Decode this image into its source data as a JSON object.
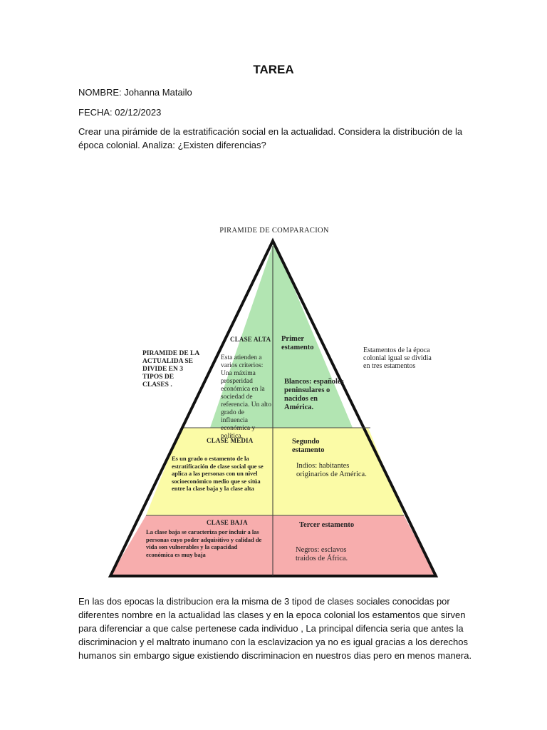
{
  "doc": {
    "title": "TAREA",
    "name_line": "NOMBRE: Johanna Matailo",
    "date_line": "FECHA: 02/12/2023",
    "instructions": "Crear una pirámide de la estratificación social en la actualidad. Considera la distribución de la época colonial. Analiza: ¿Existen diferencias?",
    "conclusion": "En las dos epocas la distribucion era la misma de 3 tipod de clases sociales conocidas por diferentes nombre en la actualidad las clases y en la epoca colonial los estamentos  que sirven para diferenciar a que calse pertenese cada individuo , La principal difencia seria que antes la discriminacion y el maltrato inumano con la esclavizacion ya no  es igual gracias a los derechos humanos sin embargo sigue existiendo discriminacion en nuestros dias pero en menos manera."
  },
  "figure": {
    "title": "PIRAMIDE DE COMPARACION",
    "left_note": "PIRAMIDE DE LA ACTUALIDA SE DIVIDE EN 3 TIPOS DE CLASES .",
    "right_note": "Estamentos de la época colonial igual se dividia en tres estamentos",
    "colors": {
      "top": "#b2e5b2",
      "middle": "#fbfba6",
      "bottom": "#f7adad"
    },
    "top": {
      "left_label": "CLASE ALTA",
      "left_text": "Esta atienden a varios criterios: Una máxima prosperidad económica en la sociedad de referencia. Un alto grado de influencia económica y política.",
      "right_label": "Primer estamento",
      "right_text": "Blancos: españoles peninsulares o nacidos en América."
    },
    "middle": {
      "left_label": "CLASE MEDIA",
      "left_text": "Es un grado o estamento de la estratificación de clase social que se aplica a las personas con un nivel socioeconómico medio que se sitúa entre la clase baja y la clase alta",
      "right_label": "Segundo estamento",
      "right_text": "Indios: habitantes originarios de América."
    },
    "bottom": {
      "left_label": "CLASE BAJA",
      "left_text": "La clase baja se caracteriza por incluir a las personas cuyo poder adquisitivo y calidad de vida son vulnerables y la capacidad económica es muy baja",
      "right_label": "Tercer estamento",
      "right_text": "Negros: esclavos traidos de África."
    }
  }
}
